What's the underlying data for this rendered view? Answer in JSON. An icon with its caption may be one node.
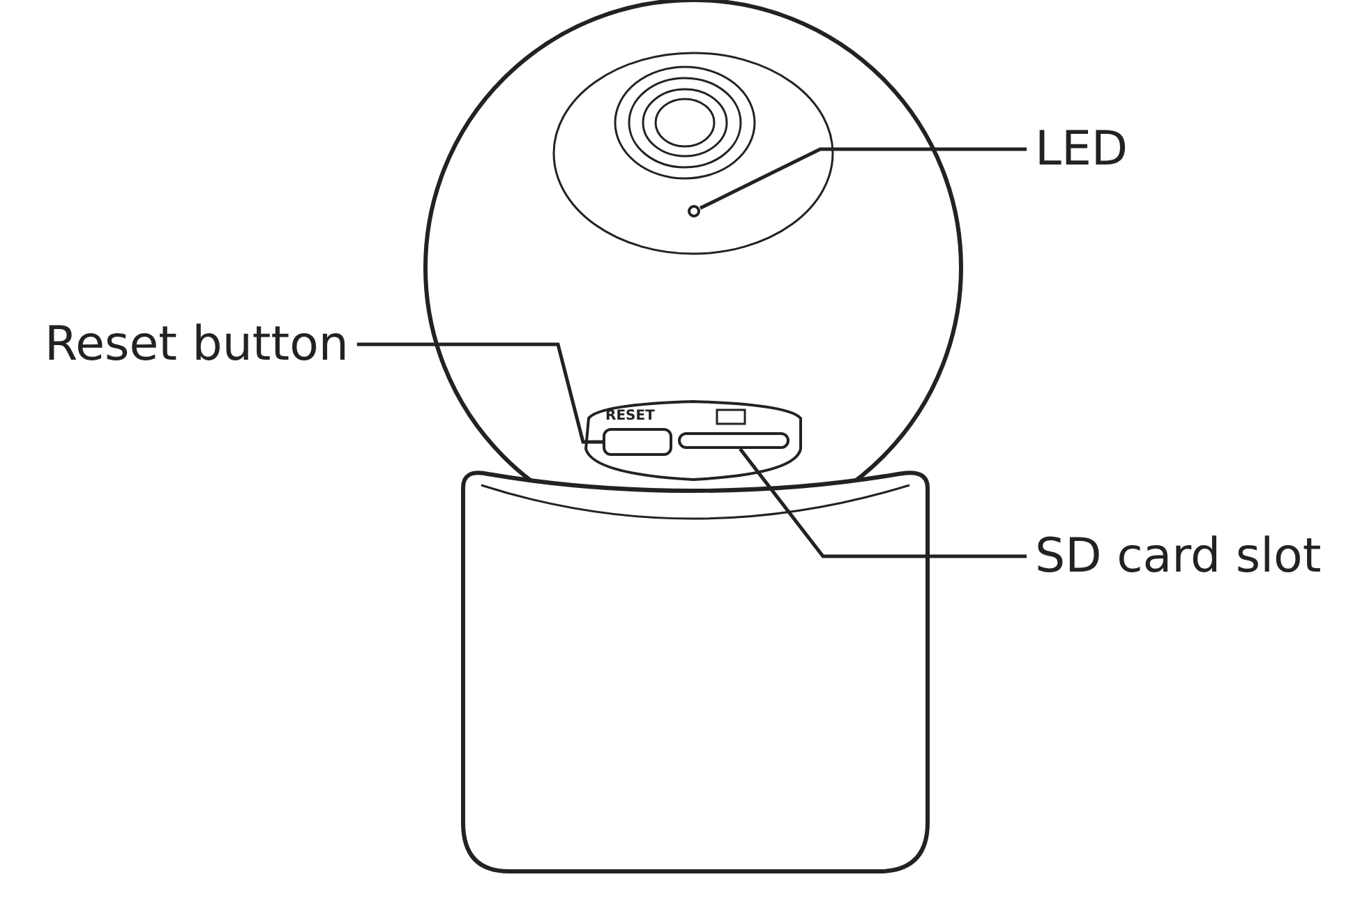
{
  "diagram": {
    "nodes": [
      {
        "text": [
          "LED"
        ]
      },
      {
        "text": [],
        "shape": "circle"
      },
      {
        "text": [
          "Reset button"
        ]
      },
      {
        "text": [],
        "shape": "box"
      },
      {
        "text": [
          "SD card slot"
        ]
      },
      {
        "text": [],
        "shape": "box"
      }
    ],
    "edges": [
      {
        "from": 0,
        "to": 1,
        "arrow": "none"
      },
      {
        "from": 2,
        "to": 3,
        "arrow": "none"
      },
      {
        "from": 4,
        "to": 5,
        "arrow": "none"
      }
    ],
    "labels": [
      "RESET"
    ]
  }
}
